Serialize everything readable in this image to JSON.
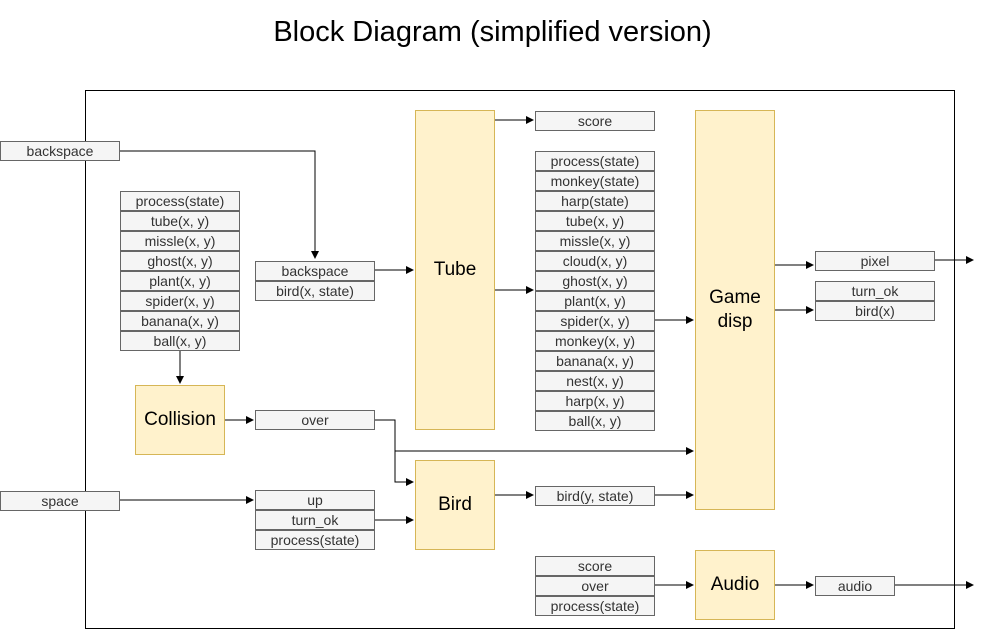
{
  "title": "Block Diagram (simplified version)",
  "colors": {
    "block_fill": "#fff2cc",
    "block_border": "#d6b656",
    "signal_fill": "#f5f5f5",
    "signal_border": "#666666",
    "wire": "#000000"
  },
  "inputs": {
    "backspace": "backspace",
    "space": "space"
  },
  "blocks": {
    "tube": "Tube",
    "collision": "Collision",
    "bird": "Bird",
    "game_disp": "Game\ndisp",
    "audio": "Audio"
  },
  "collision_inputs": [
    "process(state)",
    "tube(x, y)",
    "missle(x, y)",
    "ghost(x, y)",
    "plant(x, y)",
    "spider(x, y)",
    "banana(x, y)",
    "ball(x, y)"
  ],
  "tube_inputs": [
    "backspace",
    "bird(x, state)"
  ],
  "collision_outputs": [
    "over"
  ],
  "bird_inputs": [
    "up",
    "turn_ok",
    "process(state)"
  ],
  "tube_score": [
    "score"
  ],
  "tube_outputs": [
    "process(state)",
    "monkey(state)",
    "harp(state)",
    "tube(x, y)",
    "missle(x, y)",
    "cloud(x, y)",
    "ghost(x, y)",
    "plant(x, y)",
    "spider(x, y)",
    "monkey(x, y)",
    "banana(x, y)",
    "nest(x, y)",
    "harp(x, y)",
    "ball(x, y)"
  ],
  "bird_outputs": [
    "bird(y, state)"
  ],
  "audio_inputs": [
    "score",
    "over",
    "process(state)"
  ],
  "disp_pixel": [
    "pixel"
  ],
  "disp_outputs": [
    "turn_ok",
    "bird(x)"
  ],
  "audio_outputs": [
    "audio"
  ]
}
